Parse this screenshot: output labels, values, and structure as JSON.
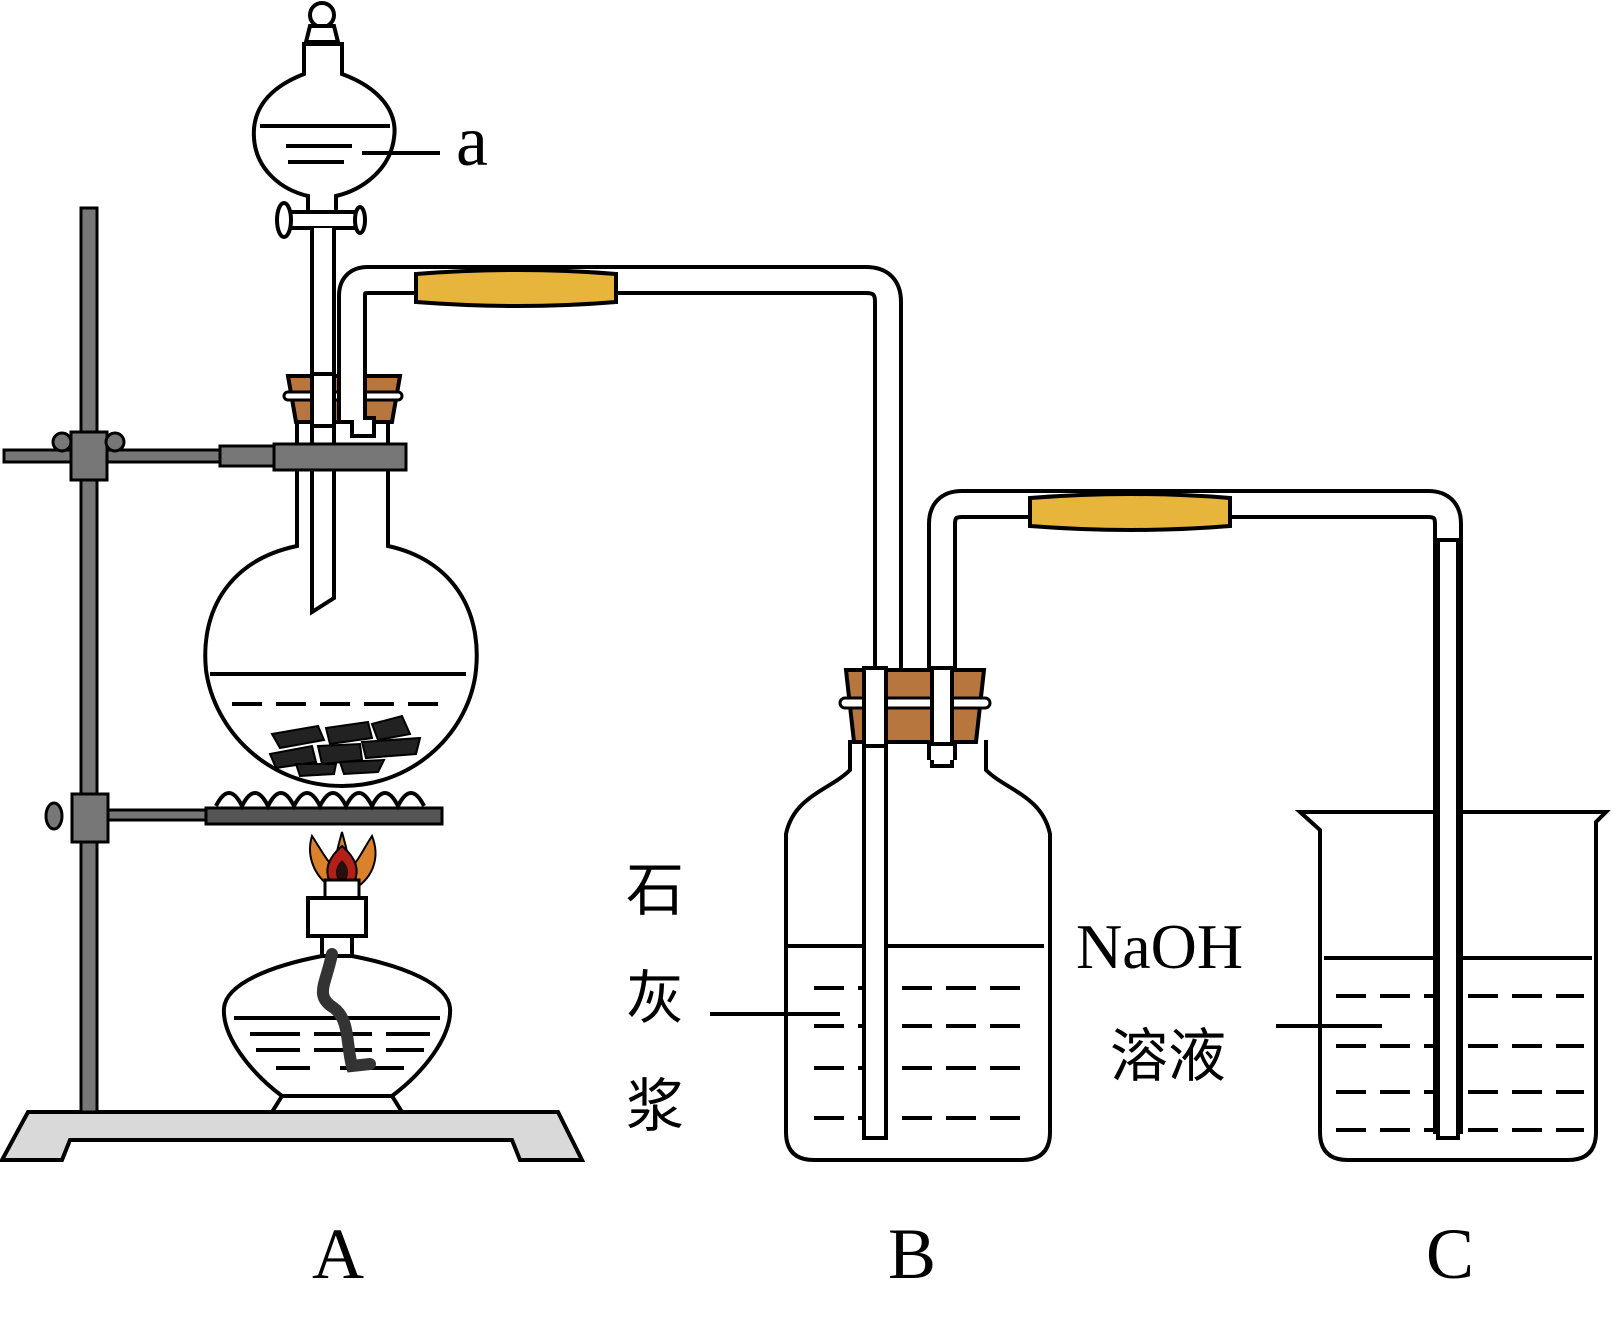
{
  "labels": {
    "funnel_reagent": "a",
    "apparatus_a": "A",
    "apparatus_b": "B",
    "apparatus_c": "C",
    "lime_slurry": [
      "石",
      "灰",
      "浆"
    ],
    "naoh_line1": "NaOH",
    "naoh_line2": "溶液"
  },
  "colors": {
    "stopper": "#b8763f",
    "rubber_tube": "#e8b53c",
    "flame_outer": "#d9822b",
    "flame_inner": "#b3201a",
    "clamp": "#777777",
    "base": "#d9d9d9"
  }
}
